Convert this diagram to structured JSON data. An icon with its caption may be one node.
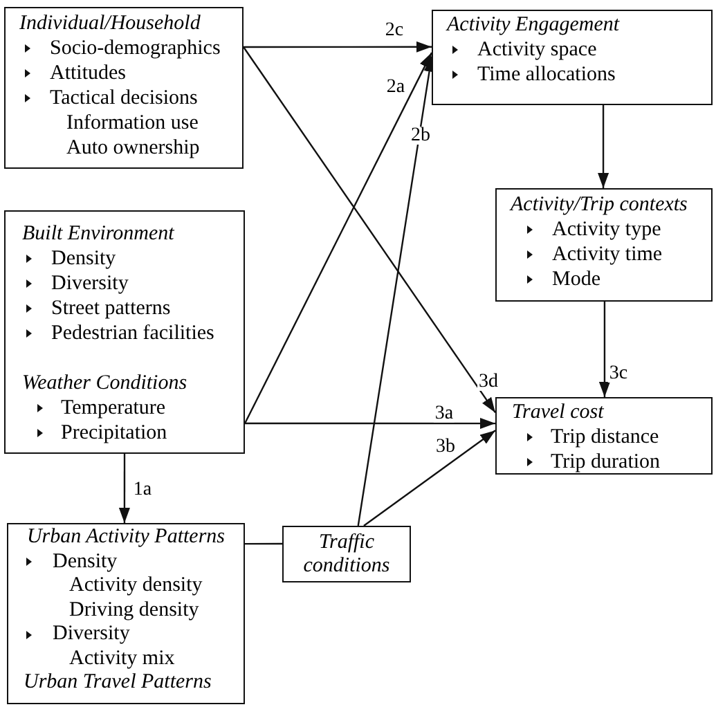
{
  "diagram": {
    "nodes": [
      {
        "text": [
          "Individual/Household",
          "Socio-demographics",
          "Attitudes",
          "Tactical decisions",
          "Information use",
          "Auto ownership"
        ]
      },
      {
        "text": [
          "Activity Engagement",
          "Activity space",
          "Time allocations"
        ]
      },
      {
        "text": [
          "Built Environment",
          "Density",
          "Diversity",
          "Street patterns",
          "Pedestrian facilities",
          "Weather Conditions",
          "Temperature",
          "Precipitation"
        ]
      },
      {
        "text": [
          "Activity/Trip contexts",
          "Activity type",
          "Activity time",
          "Mode"
        ]
      },
      {
        "text": [
          "Travel cost",
          "Trip distance",
          "Trip duration"
        ]
      },
      {
        "text": [
          "Urban Activity Patterns",
          "Density",
          "Activity density",
          "Driving density",
          "Diversity",
          "Activity mix",
          "Urban Travel Patterns"
        ]
      },
      {
        "text": [
          "Traffic conditions"
        ]
      }
    ],
    "edges": [
      {
        "from": 0,
        "to": 1,
        "arrow": "to",
        "label": "2c"
      },
      {
        "from": 0,
        "to": 4,
        "arrow": "to",
        "label": "3d"
      },
      {
        "from": 2,
        "to": 1,
        "arrow": "to",
        "label": "2a"
      },
      {
        "from": 2,
        "to": 4,
        "arrow": "to",
        "label": "3a"
      },
      {
        "from": 2,
        "to": 5,
        "arrow": "to",
        "label": "1a"
      },
      {
        "from": 5,
        "to": 6,
        "arrow": "none"
      },
      {
        "from": 6,
        "to": 1,
        "arrow": "to",
        "label": "2b"
      },
      {
        "from": 6,
        "to": 4,
        "arrow": "to",
        "label": "3b"
      },
      {
        "from": 1,
        "to": 3,
        "arrow": "to"
      },
      {
        "from": 3,
        "to": 4,
        "arrow": "to",
        "label": "3c"
      }
    ]
  }
}
